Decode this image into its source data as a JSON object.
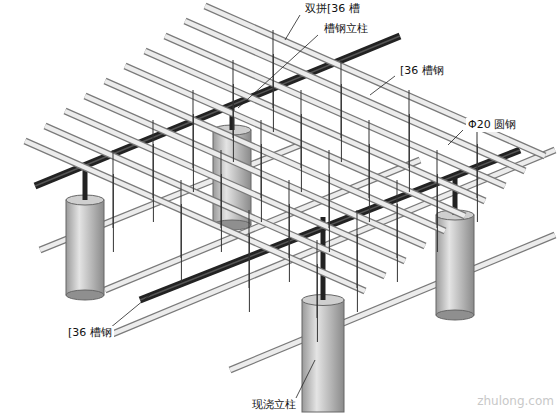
{
  "diagram": {
    "labels": [
      "双拼[36 槽",
      "槽钢立柱",
      "[36 槽钢",
      "Φ20 圆钢",
      "[36 槽钢",
      "现浇立柱",
      "zhulong.com"
    ]
  }
}
